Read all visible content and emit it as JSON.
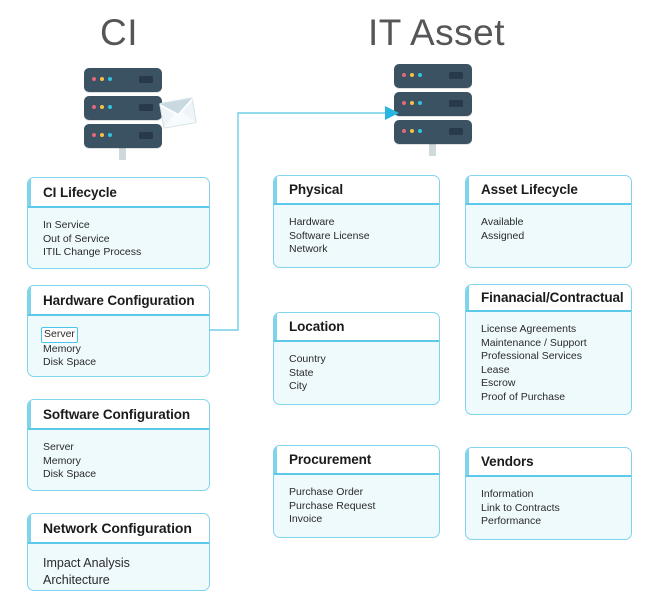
{
  "diagram": {
    "columns": [
      {
        "id": "ci",
        "title": "CI",
        "icon": "server-stack-icon"
      },
      {
        "id": "it-asset",
        "title": "IT Asset",
        "icon": "server-stack-icon"
      }
    ],
    "icons": {
      "envelope": "envelope-icon",
      "arrow": "arrow-right-icon",
      "server": "server-stack-icon"
    },
    "connector": {
      "from": "hardware-configuration.Server",
      "to": "it-asset-server-stack",
      "color": "#5cc9e8",
      "arrow_color": "#2ab4e0"
    },
    "highlight": {
      "label": "Server",
      "border_color": "#49c5ea"
    },
    "colors": {
      "card_border": "#7fd4ec",
      "card_body_fill": "#effafd",
      "card_head_fill": "#ffffff",
      "divider": "#5cc9e8",
      "title_text": "#555658",
      "body_text": "#2a2a2a",
      "server_body": "#3b5262",
      "server_cap": "#2b3e4c",
      "led_pink": "#e2687e",
      "led_yellow": "#f2c14a",
      "led_cyan": "#2fc3e0"
    },
    "cards": [
      {
        "id": "ci-lifecycle",
        "title": "CI Lifecycle",
        "items": [
          "In Service",
          "Out of Service",
          "ITIL Change Process"
        ]
      },
      {
        "id": "hardware-configuration",
        "title": "Hardware Configuration",
        "items": [
          "Server",
          "Memory",
          "Disk Space"
        ],
        "highlighted_item": "Server"
      },
      {
        "id": "software-configuration",
        "title": "Software Configuration",
        "items": [
          "Server",
          "Memory",
          "Disk Space"
        ]
      },
      {
        "id": "network-configuration",
        "title": "Network Configuration",
        "items": [
          "Impact Analysis",
          "Architecture"
        ]
      },
      {
        "id": "physical",
        "title": "Physical",
        "items": [
          "Hardware",
          "Software License",
          "Network"
        ]
      },
      {
        "id": "location",
        "title": "Location",
        "items": [
          "Country",
          "State",
          "City"
        ]
      },
      {
        "id": "procurement",
        "title": "Procurement",
        "items": [
          "Purchase Order",
          "Purchase Request",
          "Invoice"
        ]
      },
      {
        "id": "asset-lifecycle",
        "title": "Asset Lifecycle",
        "items": [
          "Available",
          "Assigned"
        ]
      },
      {
        "id": "financial-contractual",
        "title": "Finanacial/Contractual",
        "items": [
          "License Agreements",
          "Maintenance / Support",
          "Professional Services",
          "Lease",
          "Escrow",
          "Proof of Purchase"
        ]
      },
      {
        "id": "vendors",
        "title": "Vendors",
        "items": [
          "Information",
          "Link to Contracts",
          "Performance"
        ]
      }
    ]
  }
}
